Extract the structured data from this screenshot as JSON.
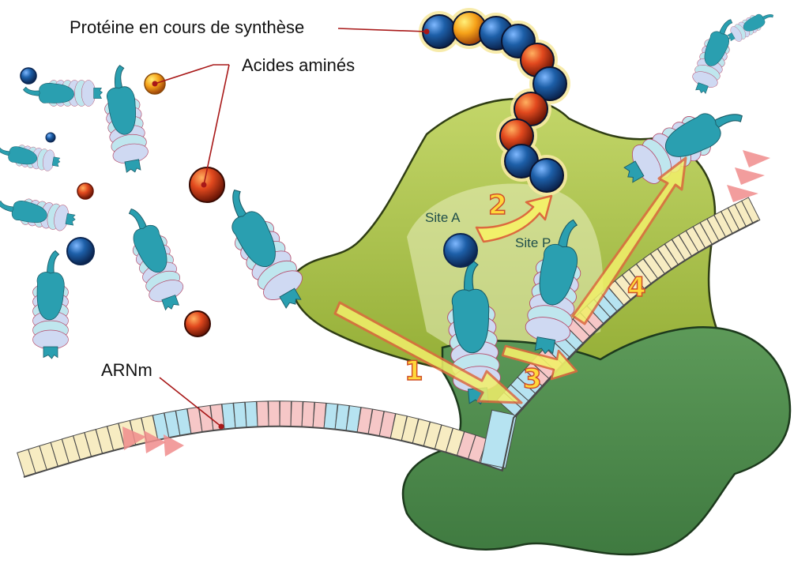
{
  "labels": {
    "protein": "Protéine en cours de synthèse",
    "amino_acids": "Acides aminés",
    "mrna": "ARNm",
    "site_a": "Site A",
    "site_p": "Site P"
  },
  "steps": [
    "1",
    "2",
    "3",
    "4"
  ],
  "colors": {
    "ribosome_large": "#a9c14a",
    "ribosome_small": "#5f9a5a",
    "trna_dark": "#2a9fb0",
    "trna_light": "#bfe6ee",
    "amino_blue": "#1d5fa8",
    "amino_red": "#e2491e",
    "amino_orange": "#f6a219",
    "mrna_yellow": "#f7ecc2",
    "mrna_blue": "#b6e3f1",
    "mrna_pink": "#f6c7c7",
    "arrow_fill": "#f2f06a",
    "arrow_stroke": "#dc6a3e",
    "leader_line": "#a81818"
  }
}
